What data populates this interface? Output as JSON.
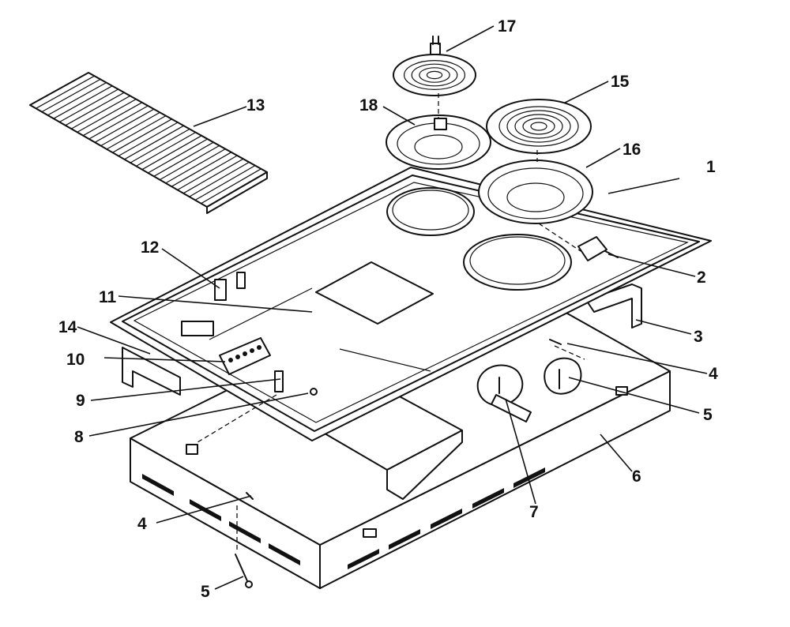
{
  "callouts": [
    {
      "id": "c1",
      "text": "1"
    },
    {
      "id": "c2",
      "text": "2"
    },
    {
      "id": "c3",
      "text": "3"
    },
    {
      "id": "c4a",
      "text": "4"
    },
    {
      "id": "c4b",
      "text": "4"
    },
    {
      "id": "c5a",
      "text": "5"
    },
    {
      "id": "c5b",
      "text": "5"
    },
    {
      "id": "c6",
      "text": "6"
    },
    {
      "id": "c7",
      "text": "7"
    },
    {
      "id": "c8",
      "text": "8"
    },
    {
      "id": "c9",
      "text": "9"
    },
    {
      "id": "c10",
      "text": "10"
    },
    {
      "id": "c11",
      "text": "11"
    },
    {
      "id": "c12",
      "text": "12"
    },
    {
      "id": "c13",
      "text": "13"
    },
    {
      "id": "c14",
      "text": "14"
    },
    {
      "id": "c15",
      "text": "15"
    },
    {
      "id": "c16",
      "text": "16"
    },
    {
      "id": "c17",
      "text": "17"
    },
    {
      "id": "c18",
      "text": "18"
    }
  ]
}
